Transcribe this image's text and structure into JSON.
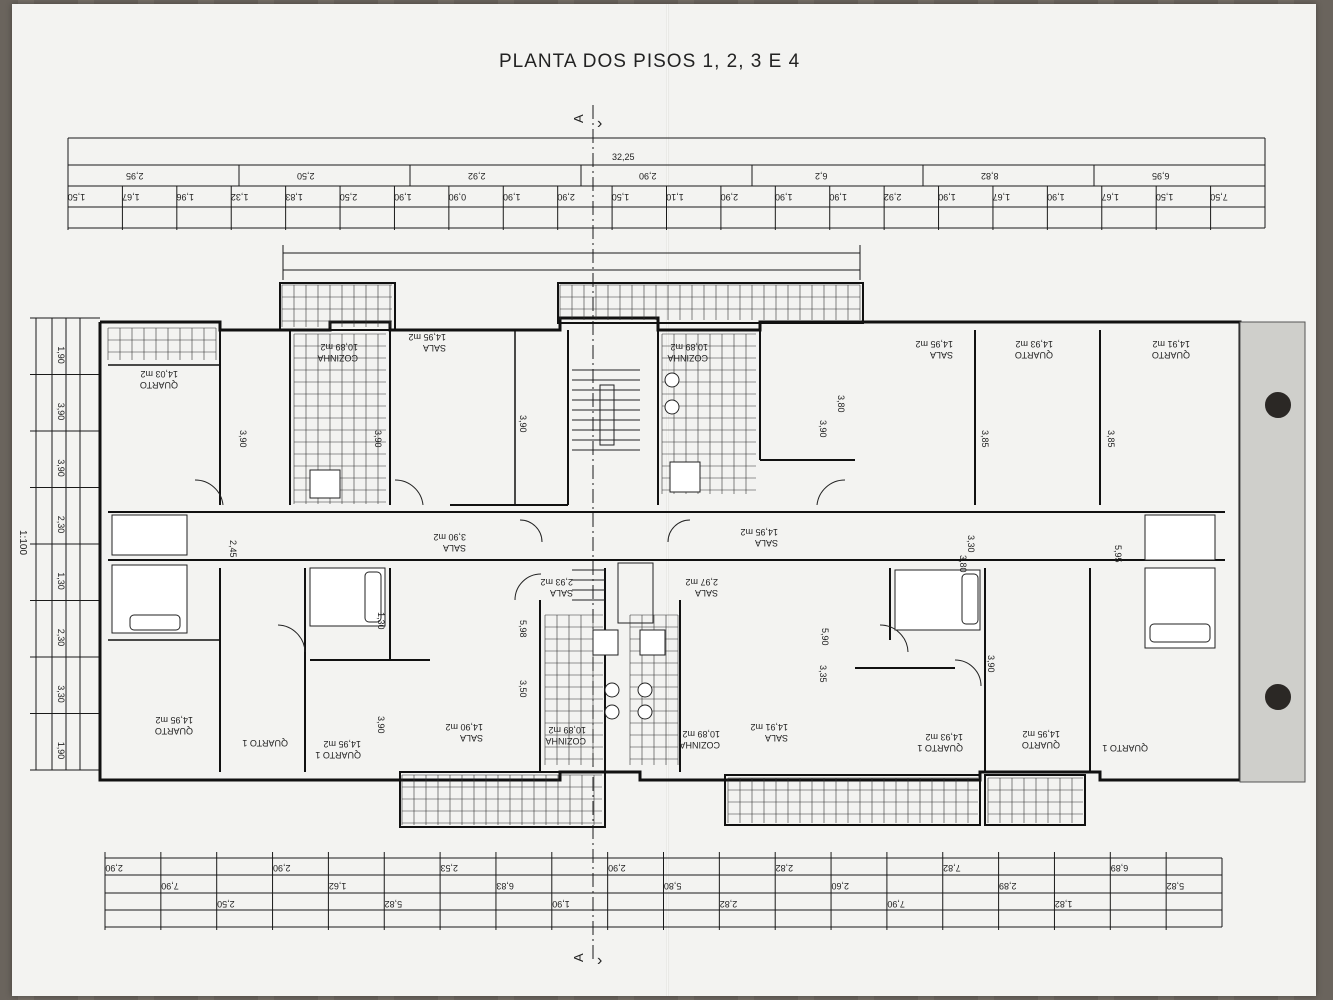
{
  "title": "PLANTA DOS PISOS 1, 2, 3 E 4",
  "section_marker": "A",
  "overall_width": "32,25",
  "dimensions_top": [
    "1,50",
    "1,67",
    "1,96",
    "1,32",
    "1,83",
    "2,50",
    "1,90",
    "0,90",
    "1,90",
    "2,90",
    "1,50",
    "1,10",
    "2,90",
    "1,90",
    "1,90",
    "2,92",
    "1,90",
    "1,67",
    "1,90",
    "1,67",
    "1,50",
    "7,50"
  ],
  "dimensions_top_row2": [
    "2,95",
    "2,50",
    "2,92",
    "2,90",
    "6,2",
    "8,82",
    "6,95"
  ],
  "dimensions_bottom": [
    "2,90",
    "7,90",
    "2,50",
    "2,90",
    "1,62",
    "5,82",
    "2,53",
    "6,83",
    "1,90",
    "2,90",
    "5,80",
    "2,82",
    "2,82",
    "2,60",
    "7,90",
    "7,82",
    "2,89",
    "1,82",
    "6,89",
    "5,82"
  ],
  "side_dims": [
    "1,90",
    "3,90",
    "3,90",
    "2,30",
    "1,30",
    "2,30",
    "3,30",
    "1,90"
  ],
  "rooms": {
    "quarto_tl": "QUARTO",
    "quarto_tl_area": "14,03 m2",
    "cozinha_tl": "COZINHA",
    "cozinha_tl_area": "10,89 m2",
    "sala_t1": "SALA",
    "sala_t1_area": "14,95 m2",
    "cozinha_tc": "COZINHA",
    "cozinha_tc_area": "10,89 m2",
    "sala_t2": "SALA",
    "sala_t2_area": "14,95 m2",
    "quarto_t3": "QUARTO",
    "quarto_t3_area": "14,93 m2",
    "quarto_t4": "QUARTO",
    "quarto_t4_area": "14,91 m2",
    "sala_m1": "SALA",
    "sala_m1_area": "3,90 m2",
    "sala_m2": "SALA",
    "sala_m2_area": "14,95 m2",
    "sala_m3": "SALA",
    "sala_m3_area": "2,93 m2",
    "sala_m4": "SALA",
    "sala_m4_area": "2,97 m2",
    "quarto_bl": "QUARTO",
    "quarto_bl_area": "14,95 m2",
    "quarto_b2": "QUARTO 1",
    "quarto_b2_area": "",
    "quarto_b3": "QUARTO 1",
    "quarto_b3_area": "14,95 m2",
    "sala_b1": "SALA",
    "sala_b1_area": "14,90 m2",
    "cozinha_b1": "COZINHA",
    "cozinha_b1_area": "10,89 m2",
    "cozinha_b2": "COZINHA",
    "cozinha_b2_area": "10,89 m2",
    "sala_b2": "SALA",
    "sala_b2_area": "14,91 m2",
    "quarto_b4": "QUARTO 1",
    "quarto_b4_area": "14,93 m2",
    "quarto_b5": "QUARTO",
    "quarto_b5_area": "14,95 m2",
    "quarto_b6": "QUARTO 1",
    "quarto_b6_area": ""
  },
  "inner_dims": [
    "3,90",
    "3,90",
    "3,90",
    "3,85",
    "3,85",
    "3,80",
    "5,98",
    "3,90",
    "3,50",
    "3,90",
    "3,90",
    "3,35",
    "5,90",
    "2,45",
    "5,95",
    "3,80",
    "1,30",
    "3,30"
  ],
  "scale_label": "1:100"
}
